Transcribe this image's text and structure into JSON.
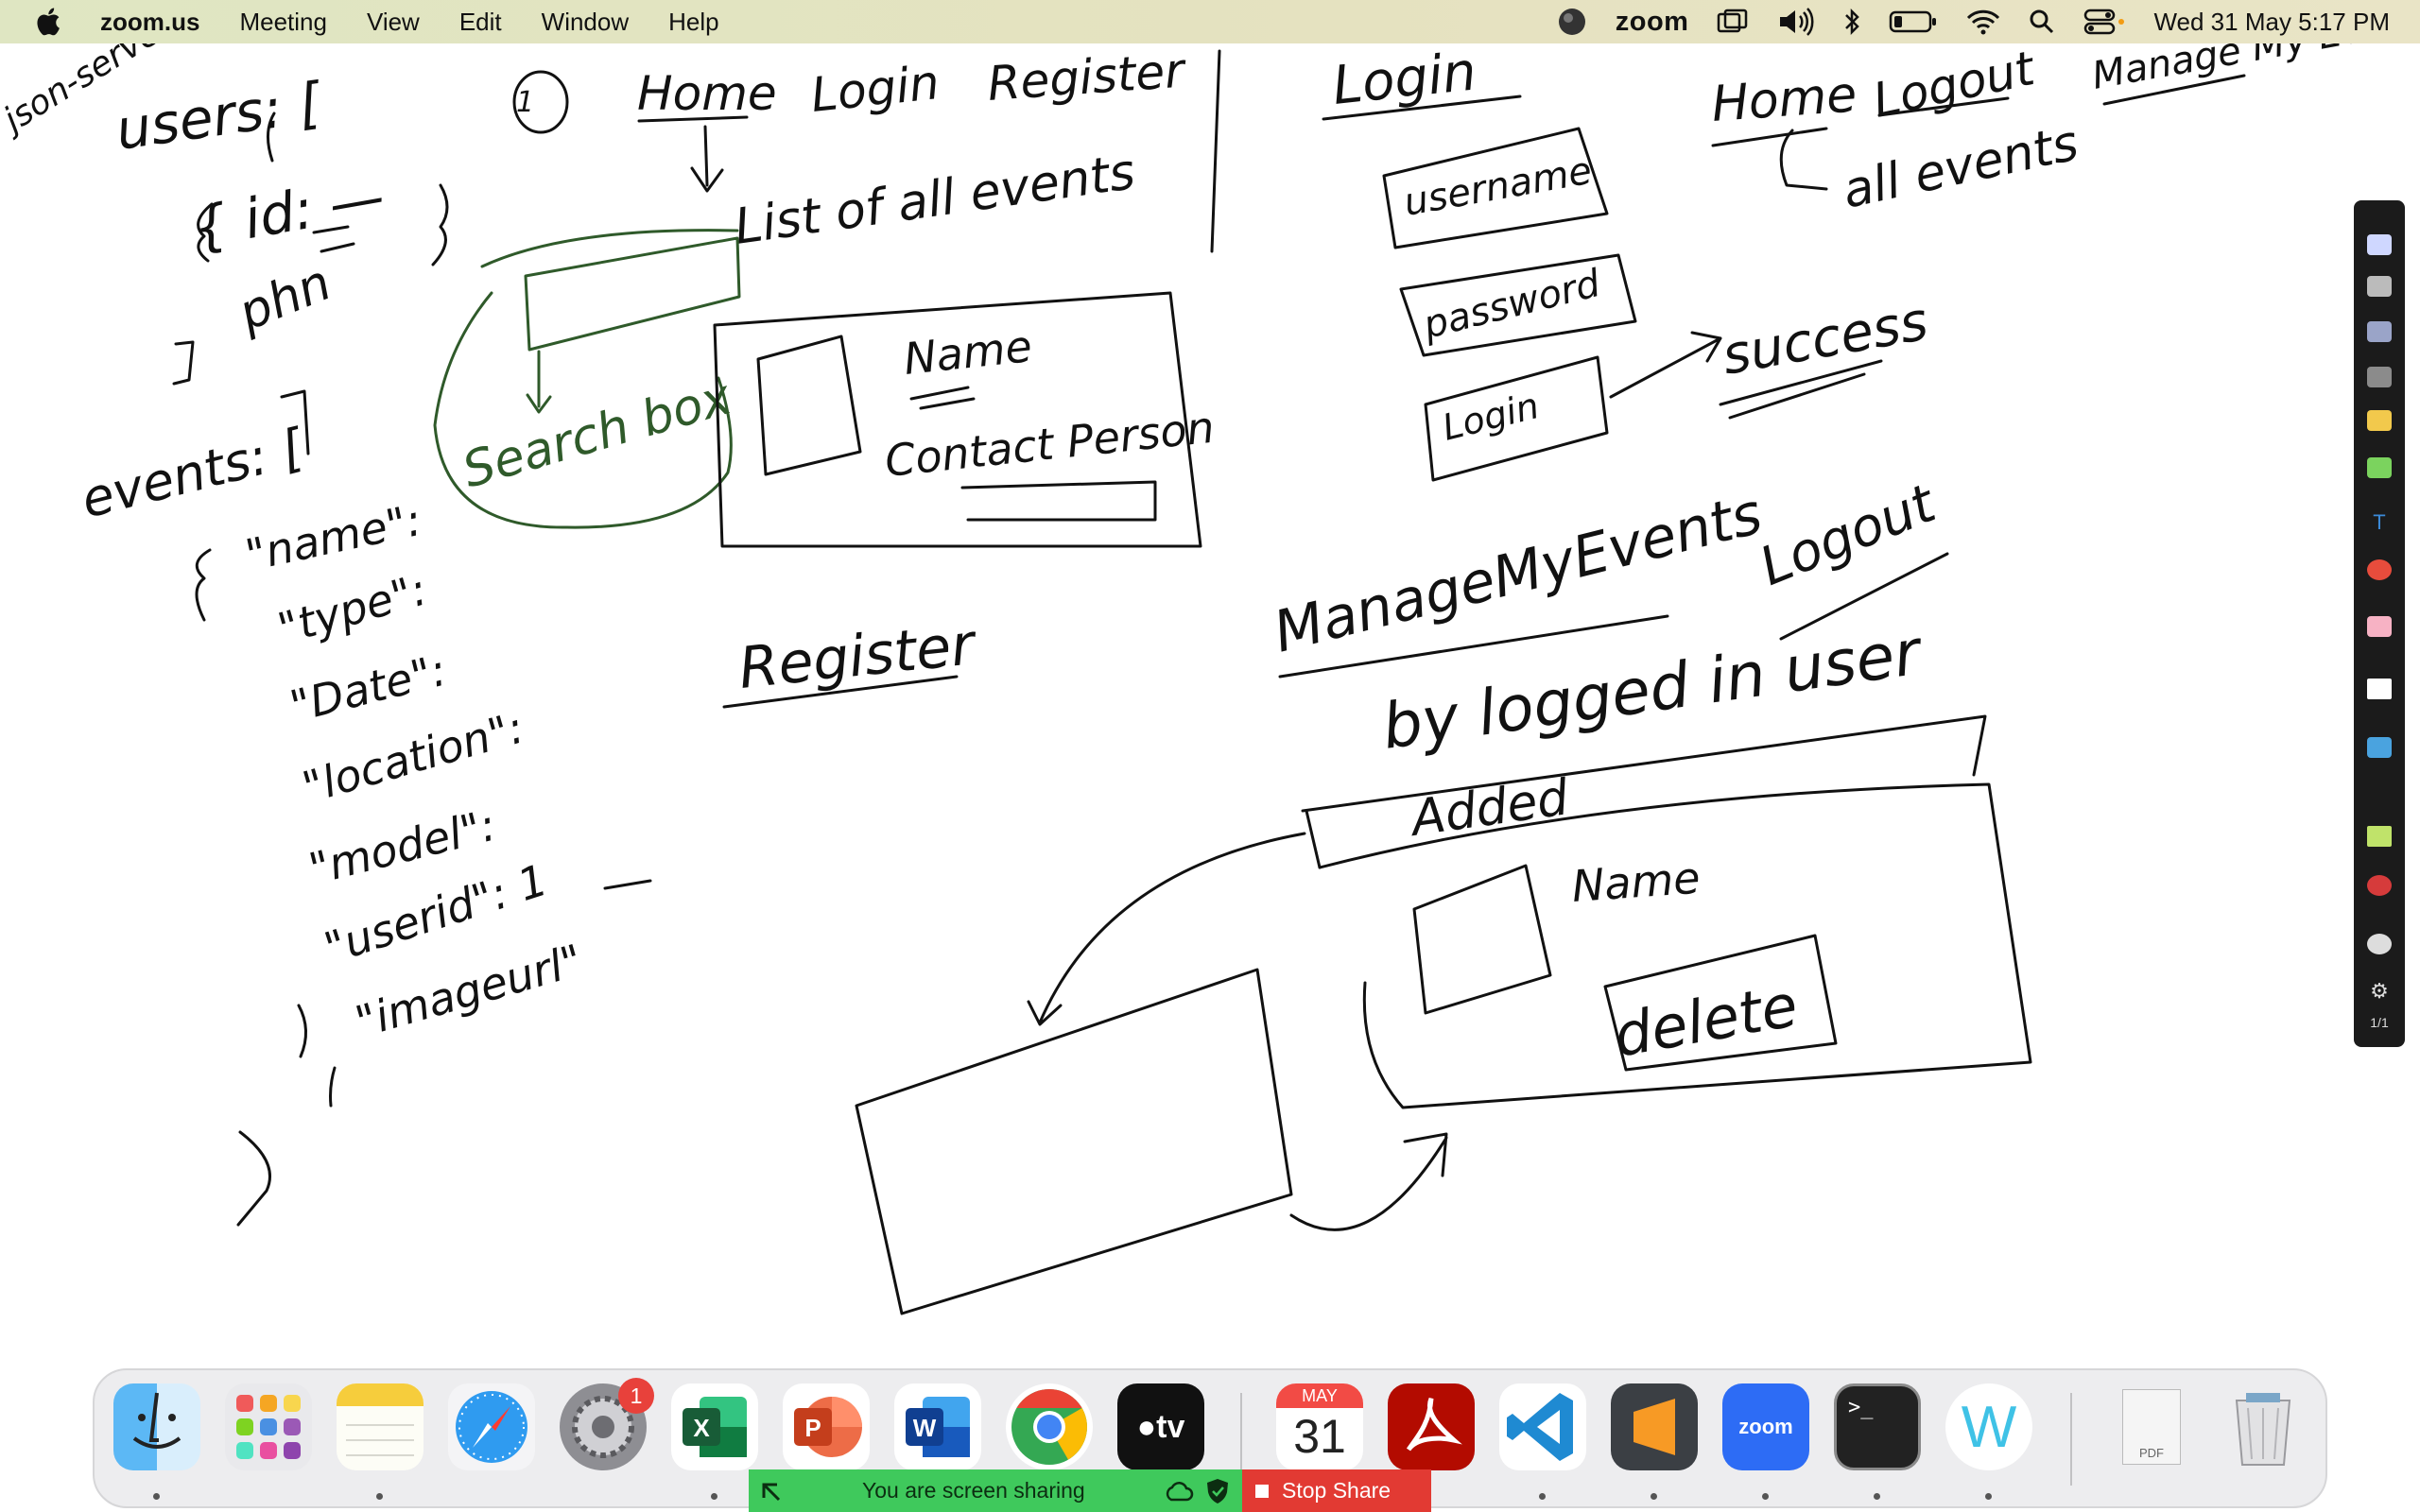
{
  "menubar": {
    "app_name": "zoom.us",
    "items": [
      "Meeting",
      "View",
      "Edit",
      "Window",
      "Help"
    ],
    "zoom_label": "zoom",
    "clock": "Wed 31 May  5:17 PM"
  },
  "whiteboard": {
    "notes": {
      "json_server": "json-server",
      "users": "users: [",
      "id": "{ id: —",
      "phone": "phn",
      "events": "events: [",
      "name_field": "\"name\":",
      "type_field": "\"type\":",
      "date_field": "\"Date\":",
      "location_field": "\"location\":",
      "model_field": "\"model\":",
      "userid_field": "\"userid\": 1",
      "image_field": "\"imageurl\"",
      "step": "1",
      "nav_home": "Home",
      "nav_login": "Login",
      "nav_register": "Register",
      "list_all_events": "List of all events",
      "search_box": "Search box",
      "card_name": "Name",
      "card_contact": "Contact Person",
      "login_title": "Login",
      "username": "username",
      "password": "password",
      "login_btn": "Login",
      "success": "success",
      "nav2_home": "Home",
      "nav2_logout": "Logout",
      "nav2_manage": "Manage My Events",
      "all_events": "all events",
      "manage_title": "ManageMyEvents",
      "manage_logout": "Logout",
      "by_logged_in": "by logged in user",
      "added": "Added",
      "card2_name": "Name",
      "delete": "delete",
      "register_title": "Register"
    }
  },
  "annotation_toolbar": {
    "page_indicator": "1/1"
  },
  "dock": {
    "apps": [
      "Finder",
      "Launchpad",
      "Notes",
      "Safari",
      "System Settings",
      "Excel",
      "PowerPoint",
      "Word",
      "Chrome",
      "Apple TV",
      "Calendar",
      "Acrobat",
      "VS Code",
      "Sublime Text",
      "Zoom",
      "Terminal",
      "Webex",
      "PDF",
      "Trash"
    ],
    "settings_badge": "1",
    "calendar_month": "MAY",
    "calendar_day": "31",
    "zoom_label": "zoom",
    "pdf_label": "PDF"
  },
  "share_bar": {
    "sharing_text": "You are screen sharing",
    "stop_label": "Stop Share"
  },
  "colors": {
    "ink": "#111111",
    "green_ink": "#2f5a2a",
    "share_green": "#3fc95c",
    "share_red": "#e23a33"
  }
}
